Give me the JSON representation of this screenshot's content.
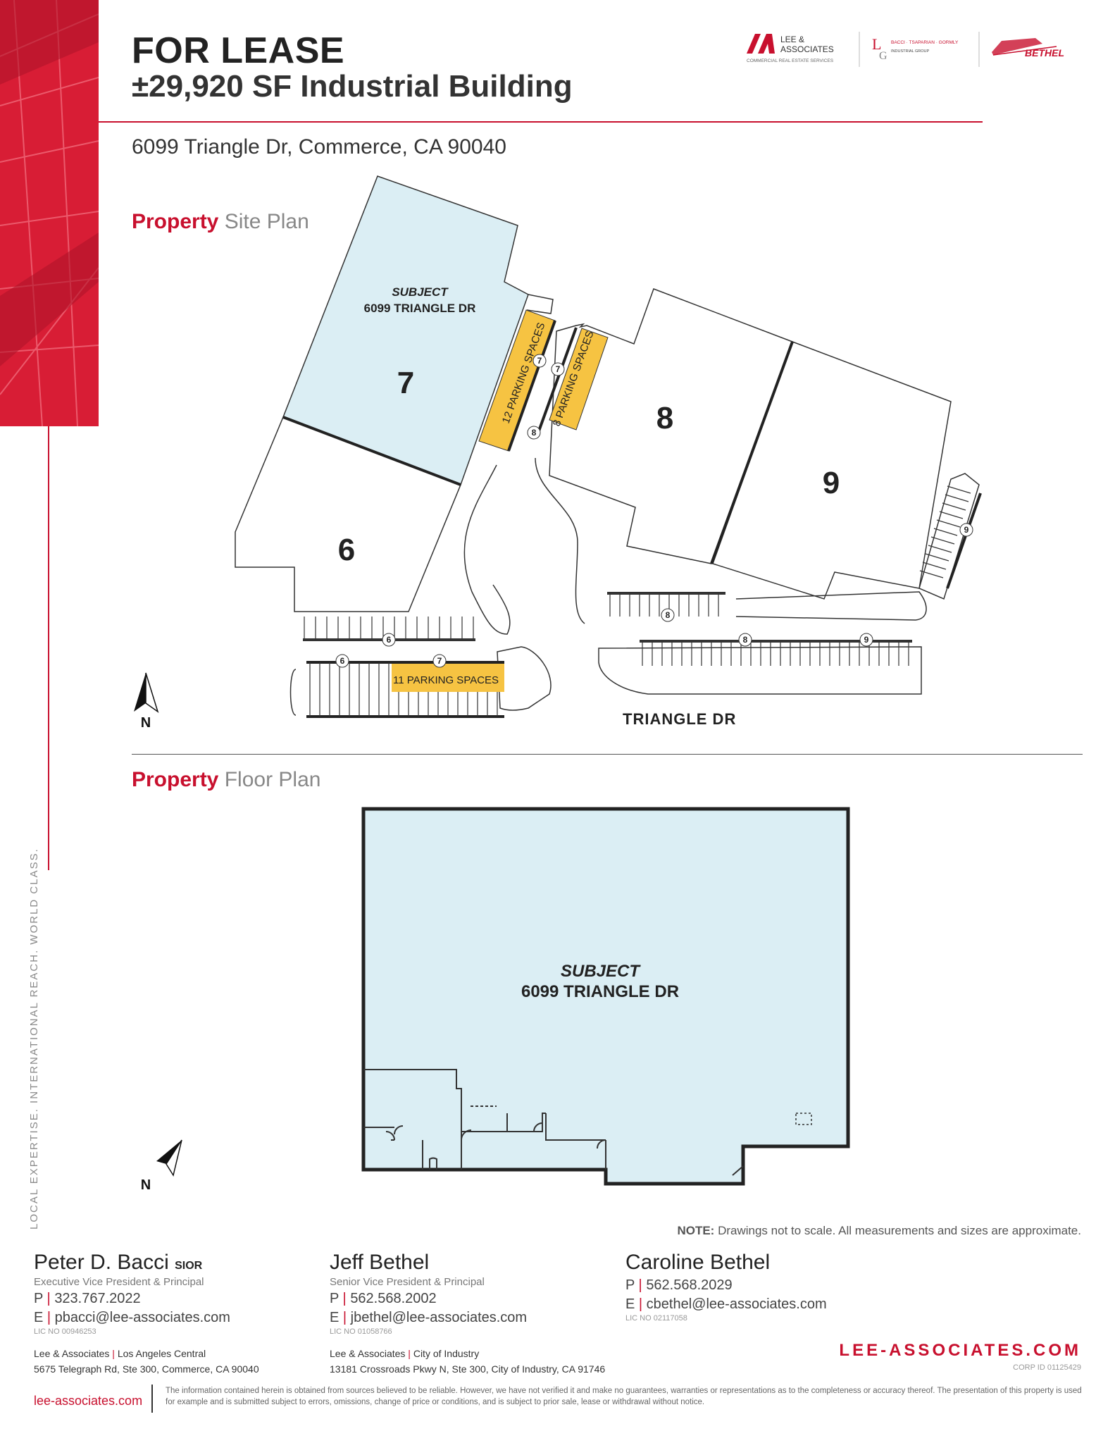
{
  "header": {
    "title": "FOR LEASE",
    "subtitle": "±29,920 SF Industrial Building",
    "address": "6099 Triangle Dr, Commerce, CA 90040"
  },
  "logos": {
    "lee_name_line1": "LEE &",
    "lee_name_line2": "ASSOCIATES",
    "lee_tagline": "COMMERCIAL REAL ESTATE SERVICES",
    "btg_name": "BACCI · TSAPARIAN · GORMLY",
    "btg_sub": "INDUSTRIAL GROUP",
    "bethel_name": "BETHEL"
  },
  "brand_colors": {
    "accent": "#c8102e",
    "building_fill": "#dbeef4",
    "parking_fill": "#f6c342"
  },
  "vertical_tagline": "LOCAL EXPERTISE. INTERNATIONAL REACH. WORLD CLASS.",
  "site_plan": {
    "heading_bold": "Property",
    "heading_light": "Site Plan",
    "subject_label": "SUBJECT",
    "subject_address": "6099 TRIANGLE DR",
    "building_7": "7",
    "building_6": "6",
    "building_8": "8",
    "building_9": "9",
    "parking_12": "12 PARKING SPACES",
    "parking_8": "8 PARKING SPACES",
    "parking_11": "11 PARKING SPACES",
    "street": "TRIANGLE DR",
    "north": "N",
    "markers": {
      "m6": "6",
      "m7": "7",
      "m8": "8",
      "m9": "9"
    }
  },
  "floor_plan": {
    "heading_bold": "Property",
    "heading_light": "Floor Plan",
    "subject_label": "SUBJECT",
    "subject_address": "6099 TRIANGLE DR",
    "north": "N"
  },
  "note": {
    "label": "NOTE:",
    "text": "Drawings not to scale. All measurements and sizes are approximate."
  },
  "contacts": [
    {
      "name": "Peter D. Bacci",
      "designation": "SIOR",
      "title": "Executive Vice President & Principal",
      "phone_label": "P",
      "phone": "323.767.2022",
      "email_label": "E",
      "email": "pbacci@lee-associates.com",
      "license": "LIC NO 00946253"
    },
    {
      "name": "Jeff Bethel",
      "designation": "",
      "title": "Senior Vice President & Principal",
      "phone_label": "P",
      "phone": "562.568.2002",
      "email_label": "E",
      "email": "jbethel@lee-associates.com",
      "license": "LIC NO 01058766"
    },
    {
      "name": "Caroline Bethel",
      "designation": "",
      "title": "",
      "phone_label": "P",
      "phone": "562.568.2029",
      "email_label": "E",
      "email": "cbethel@lee-associates.com",
      "license": "LIC NO 02117058"
    }
  ],
  "offices": [
    {
      "company": "Lee & Associates",
      "location": "Los Angeles Central",
      "address": "5675 Telegraph Rd, Ste 300, Commerce, CA 90040"
    },
    {
      "company": "Lee & Associates",
      "location": "City of Industry",
      "address": "13181 Crossroads Pkwy N, Ste 300, City of Industry, CA 91746"
    }
  ],
  "footer": {
    "brand_url": "LEE-ASSOCIATES.COM",
    "corp_id": "CORP ID 01125429",
    "site_url": "lee-associates.com",
    "disclaimer": "The information contained herein is obtained from sources believed to be reliable. However, we have not verified it and make no guarantees, warranties or representations as to the completeness or accuracy thereof. The presentation of this property is used for example and is submitted subject to errors, omissions, change of price or conditions, and is subject to prior sale, lease or withdrawal without notice."
  }
}
